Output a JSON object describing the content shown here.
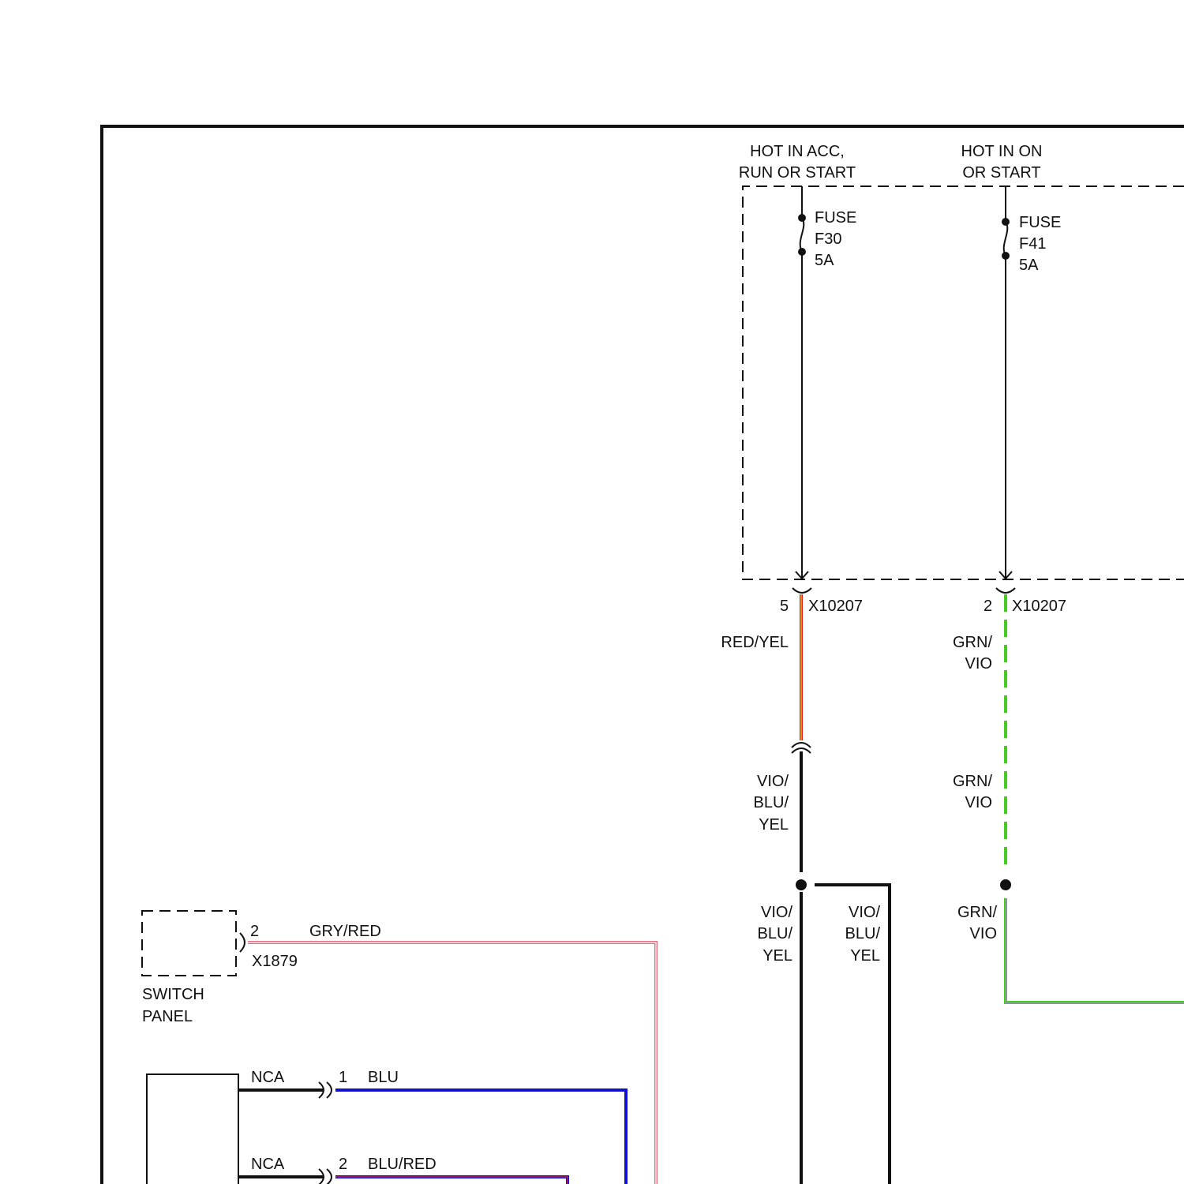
{
  "supplies": {
    "acc": {
      "line1": "HOT IN ACC,",
      "line2": "RUN OR START"
    },
    "on": {
      "line1": "HOT IN ON",
      "line2": "OR START"
    }
  },
  "fuses": {
    "f30": {
      "label": "FUSE",
      "id": "F30",
      "rating": "5A"
    },
    "f41": {
      "label": "FUSE",
      "id": "F41",
      "rating": "5A"
    }
  },
  "connectors": {
    "x10207_pin5": {
      "pin": "5",
      "id": "X10207"
    },
    "x10207_pin2": {
      "pin": "2",
      "id": "X10207"
    },
    "x1879": {
      "pin": "2",
      "id": "X1879"
    },
    "nca_pin1": {
      "label": "NCA",
      "pin": "1"
    },
    "nca_pin2": {
      "label": "NCA",
      "pin": "2"
    }
  },
  "wires": {
    "red_yel": "RED/YEL",
    "grn_vio_1": {
      "line1": "GRN/",
      "line2": "VIO"
    },
    "grn_vio_2": {
      "line1": "GRN/",
      "line2": "VIO"
    },
    "grn_vio_3": {
      "line1": "GRN/",
      "line2": "VIO"
    },
    "vio_blu_yel_1": {
      "line1": "VIO/",
      "line2": "BLU/",
      "line3": "YEL"
    },
    "vio_blu_yel_2": {
      "line1": "VIO/",
      "line2": "BLU/",
      "line3": "YEL"
    },
    "vio_blu_yel_3": {
      "line1": "VIO/",
      "line2": "BLU/",
      "line3": "YEL"
    },
    "gry_red": "GRY/RED",
    "blu": "BLU",
    "blu_red": "BLU/RED"
  },
  "components": {
    "switch_panel": {
      "line1": "SWITCH",
      "line2": "PANEL"
    }
  },
  "colors": {
    "frame": "#111111",
    "red": "#e02020",
    "yellow": "#e8c020",
    "green": "#44cc22",
    "violet": "#b080e0",
    "blue": "#1010d0",
    "pink": "#e07080",
    "black": "#111111"
  }
}
